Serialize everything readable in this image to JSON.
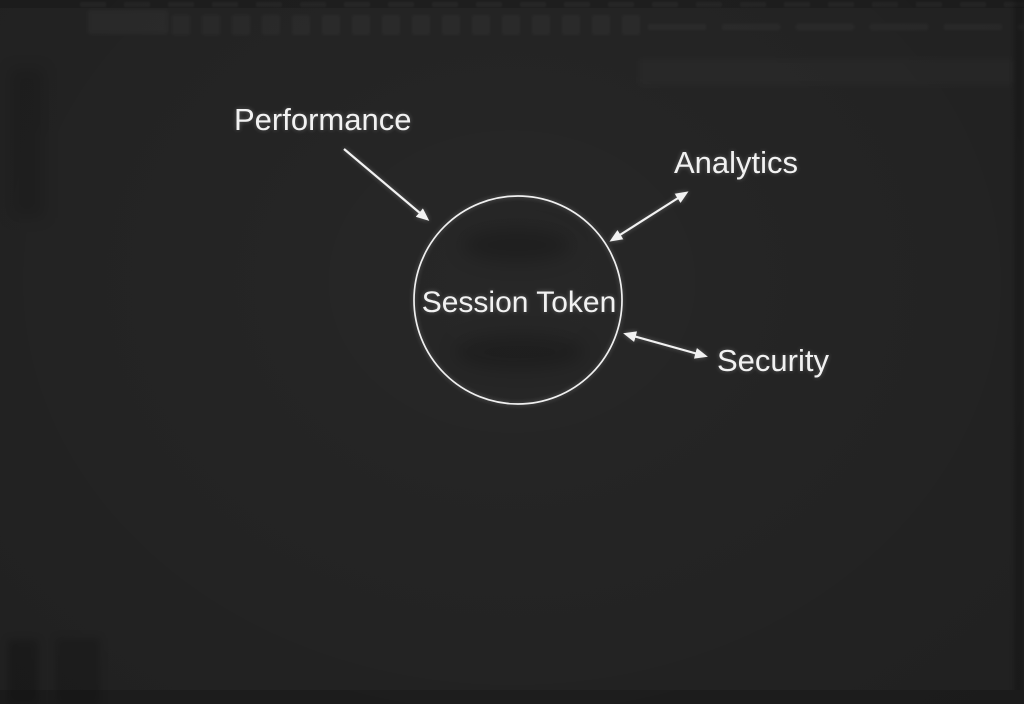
{
  "colors": {
    "background": "#242424",
    "line": "#f2f2f2",
    "text": "#f2f2f2"
  },
  "diagram": {
    "center_node": {
      "label": "Session Token",
      "shape": "circle"
    },
    "nodes": [
      {
        "label": "Performance",
        "arrow": "single-head-toward-center"
      },
      {
        "label": "Analytics",
        "arrow": "double-head"
      },
      {
        "label": "Security",
        "arrow": "double-head"
      }
    ]
  }
}
